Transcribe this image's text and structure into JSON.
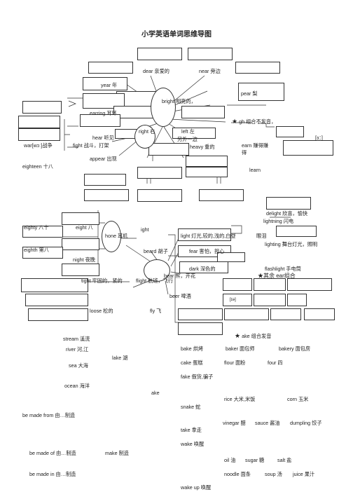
{
  "title": "小学英语单词思维导图",
  "s1": {
    "dear": "dear  亲爱的",
    "near": "near  旁边",
    "year": "year  年",
    "pear": "pear  梨",
    "bright": "bright  明亮的，",
    "earring": "earring  耳环",
    "gh_header": "gh 组合不发音，",
    "right": "right  右",
    "left": "left  左",
    "hear": "hear  听见",
    "phon": "[ɜ：]",
    "war": "war[wɔː]战争",
    "fight": "fight  战斗，打架",
    "earn": "earn  赚得赚",
    "de": "得",
    "side": "另外一边",
    "heavy": "heavy  重的",
    "appear": "appear  出现",
    "eighteen": "eighteen  十八",
    "learn": "learn"
  },
  "s2": {
    "delight": "delight  欣喜，愉快",
    "lightning": "lightning  闪电",
    "eighty": "eighty  八十",
    "eight": "eight  八",
    "ight": "ight",
    "hone": "hone  耳机",
    "light": "light  灯光,较的,浅的,白昼",
    "eng": "眼泪",
    "eighth": "eighth  第八",
    "lighting": "lighting  舞台灯光，照明",
    "beard": "beard  胡子",
    "fear": "fear  害怕，担心",
    "night": "night  夜晚",
    "dark": "dark  深色的",
    "flashlight": "flashlight  手电筒",
    "bear": "bear  熊，开花",
    "other": "★其余 ear组合",
    "tight": "tight  牢固的，紧的",
    "flight": "flight  航班，飞行",
    "beer": "beer  啤酒",
    "ia": "[ɪə]",
    "loose": "loose  松的",
    "fly": "fly  飞"
  },
  "s3": {
    "ake_header": "ake 组合发音",
    "stream": "stream  溪流",
    "river": "river  河,江",
    "bake": "bake  烘烤",
    "baker": "baker  面包师",
    "bakery": "bakery  面包房",
    "lake": "lake  湖",
    "sea": "sea  大海",
    "cake": "cake  蛋糕",
    "flour": "flour  面粉",
    "four": "four  四",
    "fake": "fake  假货,骗子",
    "ocean": "ocean  海洋",
    "ake": "ake",
    "rice": "rice  大米,米饭",
    "corn": "corn  玉米",
    "snake": "snake  蛇",
    "madefrom": "be made from  由…制造",
    "vinegar": "vinegar  醋",
    "sauce": "sauce  酱油",
    "dumpling": "dumpling  饺子",
    "take": "take  拿走",
    "wake": "wake  唤醒",
    "madeof": "be made of  由…制造",
    "make": "make  制造",
    "oil": "oil  油",
    "sugar": "sugar  糖",
    "salt": "salt  盐",
    "madein": "be made in  由…制造",
    "noodle": "noodle  面条",
    "soup": "soup  汤",
    "juice": "juice  果汁",
    "wakeup": "wake up  唤醒"
  }
}
